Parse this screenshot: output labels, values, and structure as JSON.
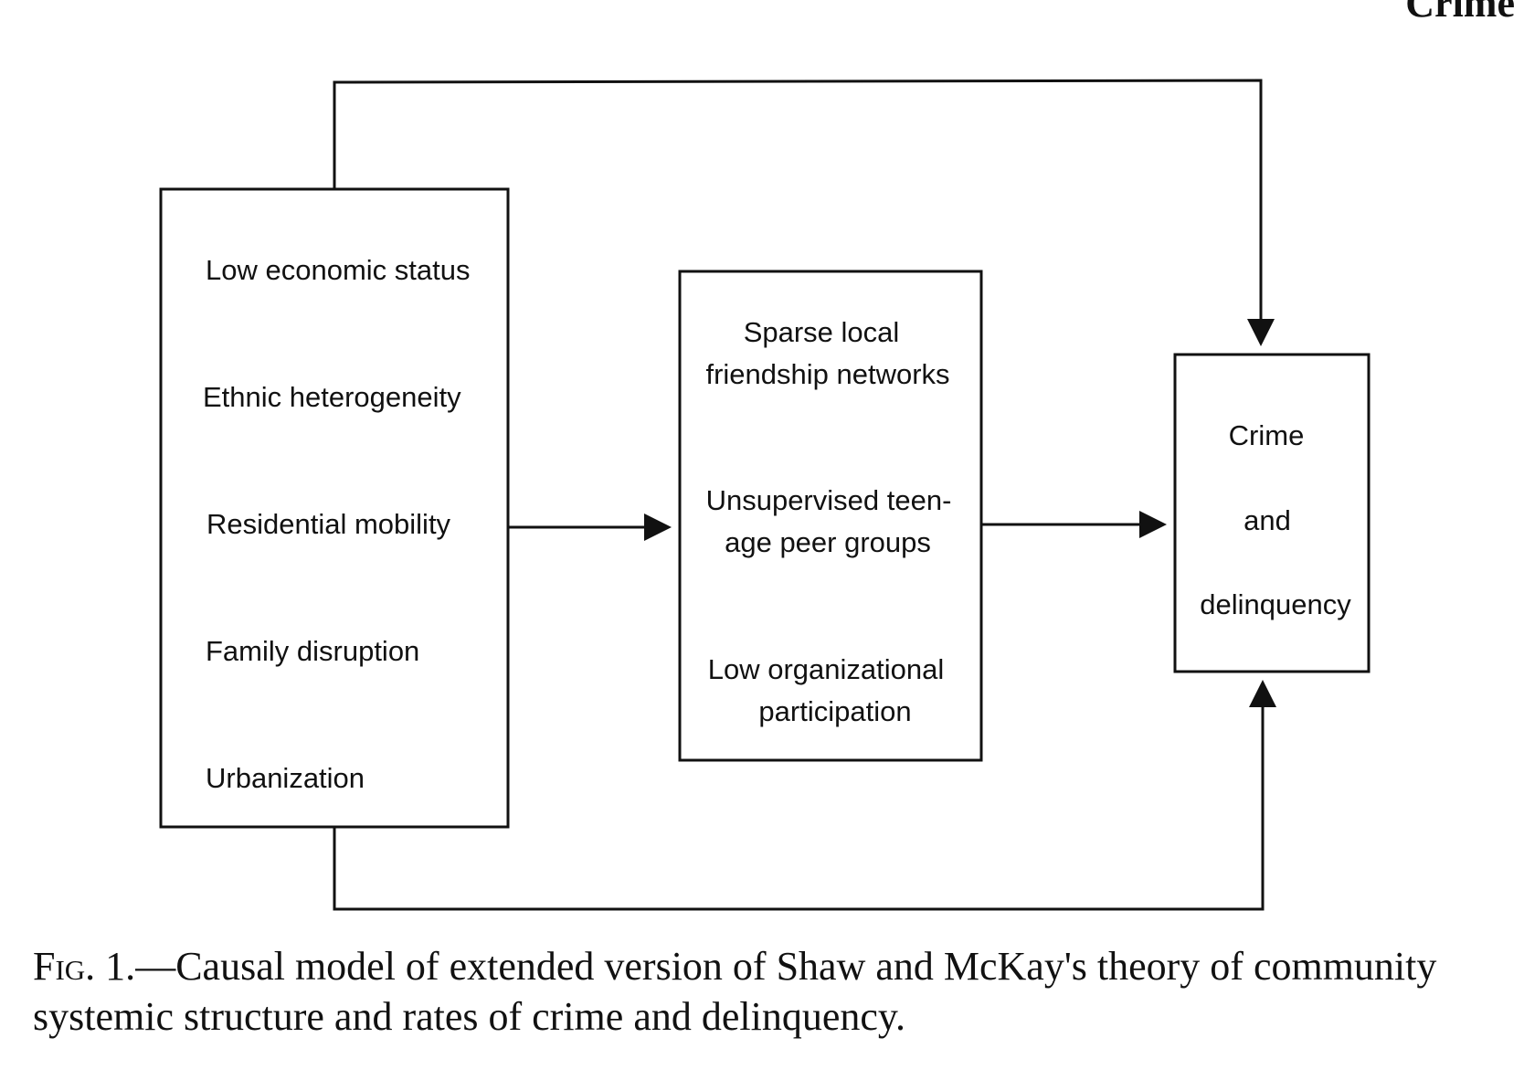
{
  "corner_text": "Crime",
  "boxes": {
    "structural_factors": {
      "items": [
        "Low economic status",
        "Ethnic heterogeneity",
        "Residential mobility",
        "Family disruption",
        "Urbanization"
      ]
    },
    "systemic_factors": {
      "items": [
        [
          "Sparse local",
          "friendship networks"
        ],
        [
          "Unsupervised teen-",
          "age peer groups"
        ],
        [
          "Low organizational",
          "participation"
        ]
      ]
    },
    "outcome": {
      "lines": [
        "Crime",
        "and",
        "delinquency"
      ]
    }
  },
  "caption": {
    "label": "Fig. 1.",
    "text": "—Causal model of extended version of Shaw and McKay's theory of community systemic structure and rates of crime and delinquency."
  }
}
